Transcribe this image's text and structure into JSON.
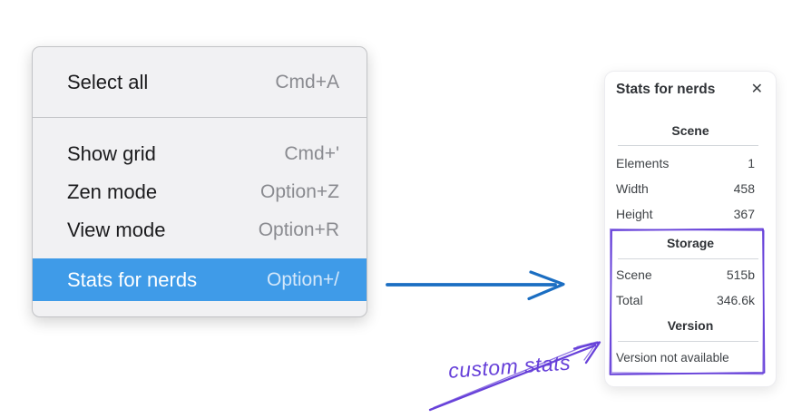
{
  "colors": {
    "menu_highlight": "#3f9be8",
    "arrow_blue": "#1b6ec2",
    "annotation_purple": "#6741d9"
  },
  "menu": {
    "items": [
      {
        "label": "Select all",
        "shortcut": "Cmd+A"
      },
      {
        "label": "Show grid",
        "shortcut": "Cmd+'"
      },
      {
        "label": "Zen mode",
        "shortcut": "Option+Z"
      },
      {
        "label": "View mode",
        "shortcut": "Option+R"
      },
      {
        "label": "Stats for nerds",
        "shortcut": "Option+/"
      }
    ]
  },
  "panel": {
    "title": "Stats for nerds",
    "close_icon": "✕",
    "sections": [
      {
        "header": "Scene",
        "rows": [
          {
            "label": "Elements",
            "value": "1"
          },
          {
            "label": "Width",
            "value": "458"
          },
          {
            "label": "Height",
            "value": "367"
          }
        ]
      },
      {
        "header": "Storage",
        "rows": [
          {
            "label": "Scene",
            "value": "515b"
          },
          {
            "label": "Total",
            "value": "346.6k"
          }
        ]
      },
      {
        "header": "Version",
        "note": "Version not available"
      }
    ]
  },
  "annotation": {
    "label": "custom stats"
  }
}
